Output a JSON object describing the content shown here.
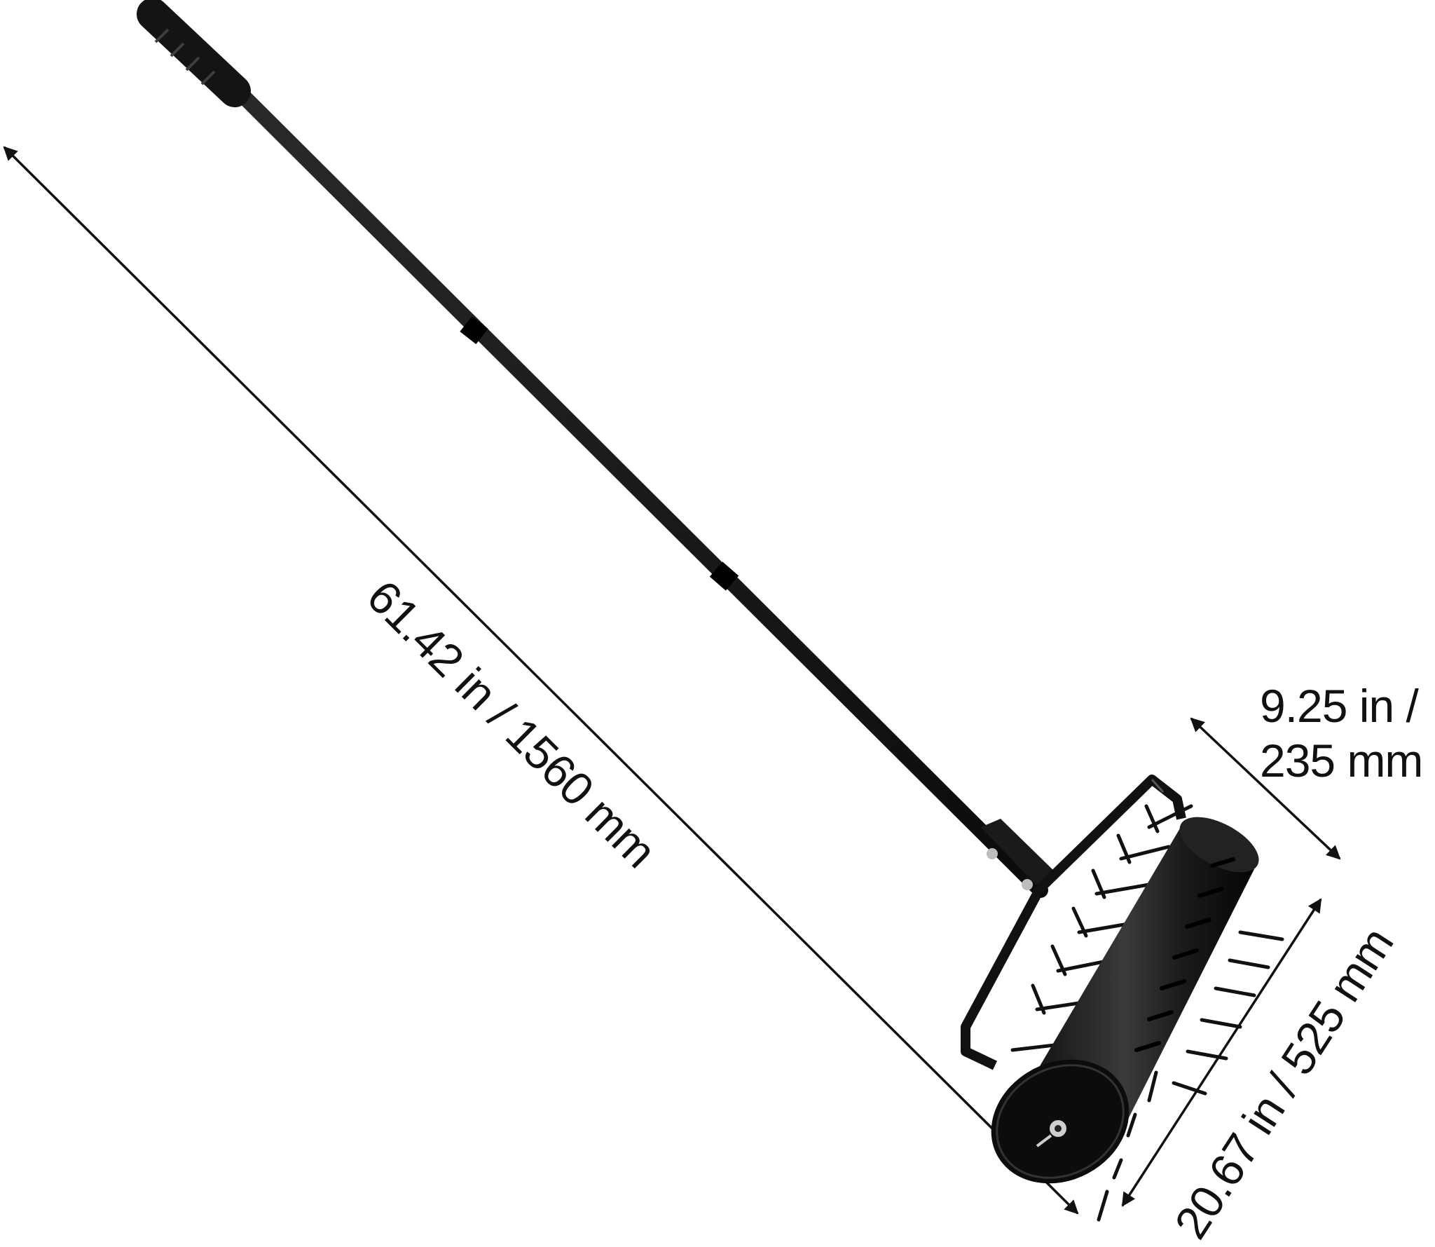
{
  "dimensions": {
    "handle_length": {
      "label": "61.42 in / 1560 mm"
    },
    "drum_diameter": {
      "line1": "9.25 in /",
      "line2": "235 mm"
    },
    "drum_width": {
      "label": "20.67 in / 525 mm"
    }
  },
  "colors": {
    "tool": "#141414",
    "tool_highlight": "#4a4a4a",
    "dimension_line": "#111111",
    "background": "#ffffff"
  },
  "icons": {
    "arrow_head": "double-headed-arrow"
  }
}
